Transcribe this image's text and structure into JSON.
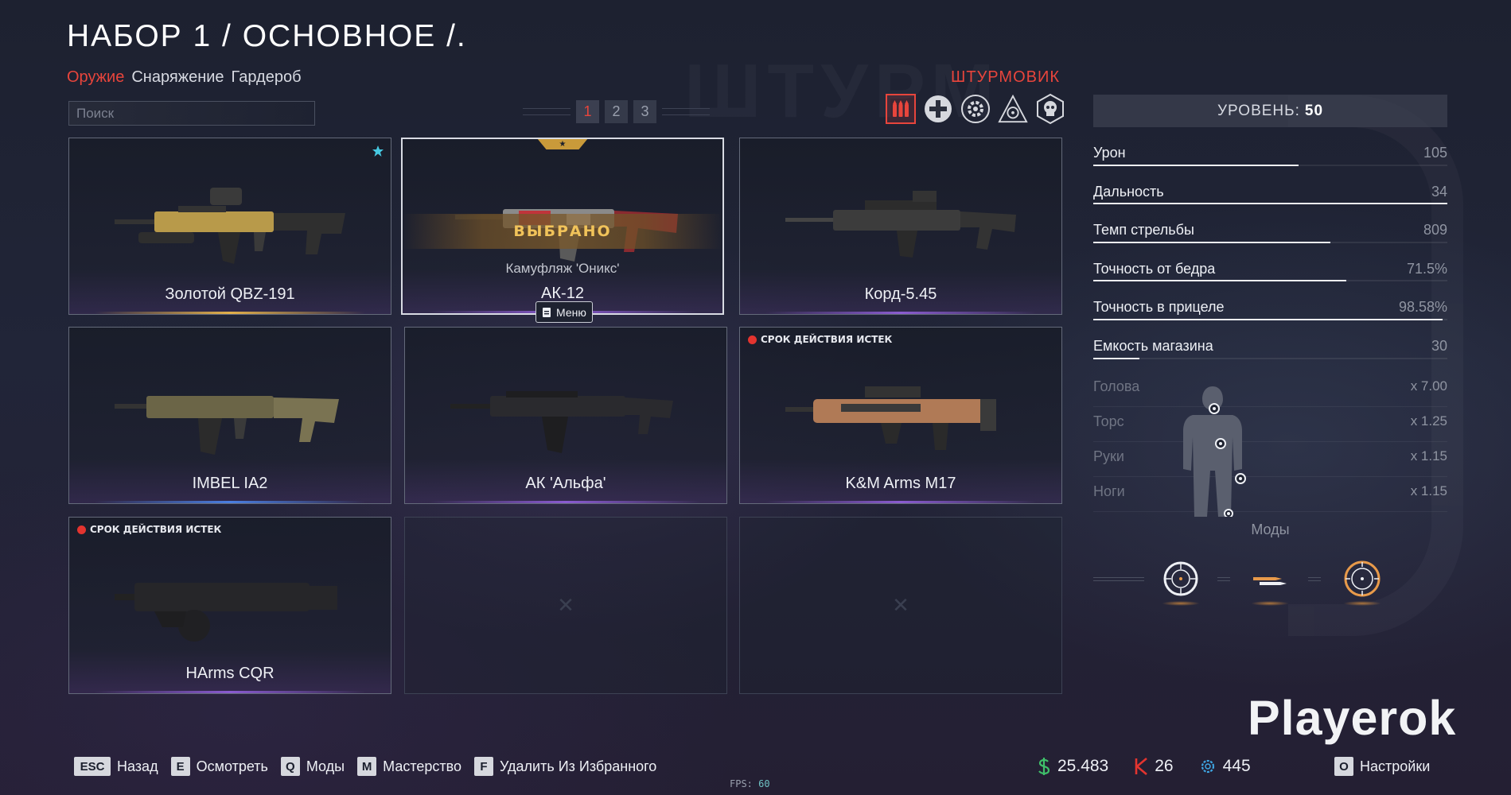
{
  "header": {
    "title": "НАБОР 1 / ОСНОВНОЕ /.",
    "tabs": [
      {
        "label": "Оружие",
        "active": true
      },
      {
        "label": "Снаряжение",
        "active": false
      },
      {
        "label": "Гардероб",
        "active": false
      }
    ],
    "search_placeholder": "Поиск",
    "pages": [
      "1",
      "2",
      "3"
    ],
    "active_page": "1",
    "class_name": "ШТУРМОВИК",
    "class_icons": [
      "ammo-icon",
      "medic-icon",
      "engineer-icon",
      "sniper-icon",
      "skull-icon"
    ]
  },
  "weapons": [
    {
      "name": "Золотой QBZ-191",
      "sub": "",
      "badge": "",
      "rarity": "gold",
      "favorite": true,
      "selected": false
    },
    {
      "name": "АК-12",
      "sub": "Камуфляж 'Оникс'",
      "badge": "",
      "rarity": "purple",
      "favorite": false,
      "selected": true,
      "selected_label": "ВЫБРАНО",
      "star": "★"
    },
    {
      "name": "Корд-5.45",
      "sub": "",
      "badge": "",
      "rarity": "purple",
      "favorite": false,
      "selected": false
    },
    {
      "name": "IMBEL IA2",
      "sub": "",
      "badge": "",
      "rarity": "blue",
      "favorite": false,
      "selected": false
    },
    {
      "name": "АК 'Альфа'",
      "sub": "",
      "badge": "",
      "rarity": "purple",
      "favorite": false,
      "selected": false
    },
    {
      "name": "K&M Arms M17",
      "sub": "",
      "badge": "СРОК ДЕЙСТВИЯ ИСТЕК",
      "rarity": "purple",
      "favorite": false,
      "selected": false
    },
    {
      "name": "HArms CQR",
      "sub": "",
      "badge": "СРОК ДЕЙСТВИЯ ИСТЕК",
      "rarity": "purple",
      "favorite": false,
      "selected": false
    }
  ],
  "menu_hint": "Меню",
  "stats": {
    "level_label": "УРОВЕНЬ:",
    "level_value": "50",
    "rows": [
      {
        "label": "Урон",
        "value": "105",
        "fill": 0.58
      },
      {
        "label": "Дальность",
        "value": "34",
        "fill": 1.0
      },
      {
        "label": "Темп стрельбы",
        "value": "809",
        "fill": 0.67
      },
      {
        "label": "Точность от бедра",
        "value": "71.5%",
        "fill": 0.715
      },
      {
        "label": "Точность в прицеле",
        "value": "98.58%",
        "fill": 0.986
      },
      {
        "label": "Емкость магазина",
        "value": "30",
        "fill": 0.13
      }
    ],
    "hit_zones": [
      {
        "label": "Голова",
        "value": "x 7.00"
      },
      {
        "label": "Торс",
        "value": "x 1.25"
      },
      {
        "label": "Руки",
        "value": "x 1.15"
      },
      {
        "label": "Ноги",
        "value": "x 1.15"
      }
    ],
    "mods_title": "Моды"
  },
  "footer": {
    "hotkeys": [
      {
        "key": "ESC",
        "label": "Назад"
      },
      {
        "key": "E",
        "label": "Осмотреть"
      },
      {
        "key": "Q",
        "label": "Моды"
      },
      {
        "key": "M",
        "label": "Мастерство"
      },
      {
        "key": "F",
        "label": "Удалить Из Избранного"
      }
    ],
    "fps_label": "FPS:",
    "fps_value": "60",
    "currencies": [
      {
        "icon": "dollar-icon",
        "value": "25.483",
        "color": "#3fbf6a"
      },
      {
        "icon": "kredits-icon",
        "value": "26",
        "color": "#e3342f"
      },
      {
        "icon": "crown-icon",
        "value": "445",
        "color": "#3fa8e6"
      }
    ],
    "settings_key": "O",
    "settings_label": "Настройки"
  },
  "brand": "Playerok",
  "colors": {
    "accent": "#e8453c",
    "gold": "#f1c35a"
  }
}
